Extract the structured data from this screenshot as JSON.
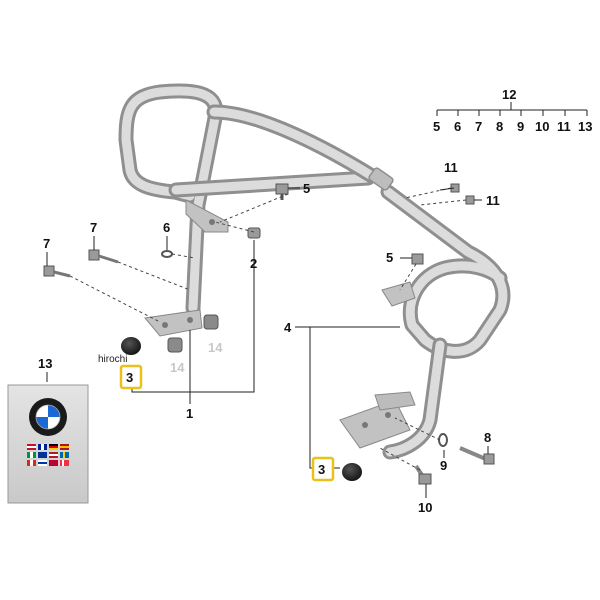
{
  "callouts": {
    "c1": "1",
    "c2": "2",
    "c3a": "3",
    "c3b": "3",
    "c4": "4",
    "c5a": "5",
    "c5b": "5",
    "c6": "6",
    "c7a": "7",
    "c7b": "7",
    "c8": "8",
    "c9": "9",
    "c10": "10",
    "c11a": "11",
    "c11b": "11",
    "c12": "12",
    "c13": "13",
    "c14a": "14",
    "c14b": "14"
  },
  "set_contents": [
    "5",
    "6",
    "7",
    "8",
    "9",
    "10",
    "11",
    "13"
  ],
  "watermark": "hirochi",
  "colors": {
    "tube_outer": "#8f8f8f",
    "tube_inner": "#d9d9d9",
    "highlight": "#e8c21a",
    "grey_callout": "#c8c8c8",
    "card_bg": "#d6d6d6"
  }
}
